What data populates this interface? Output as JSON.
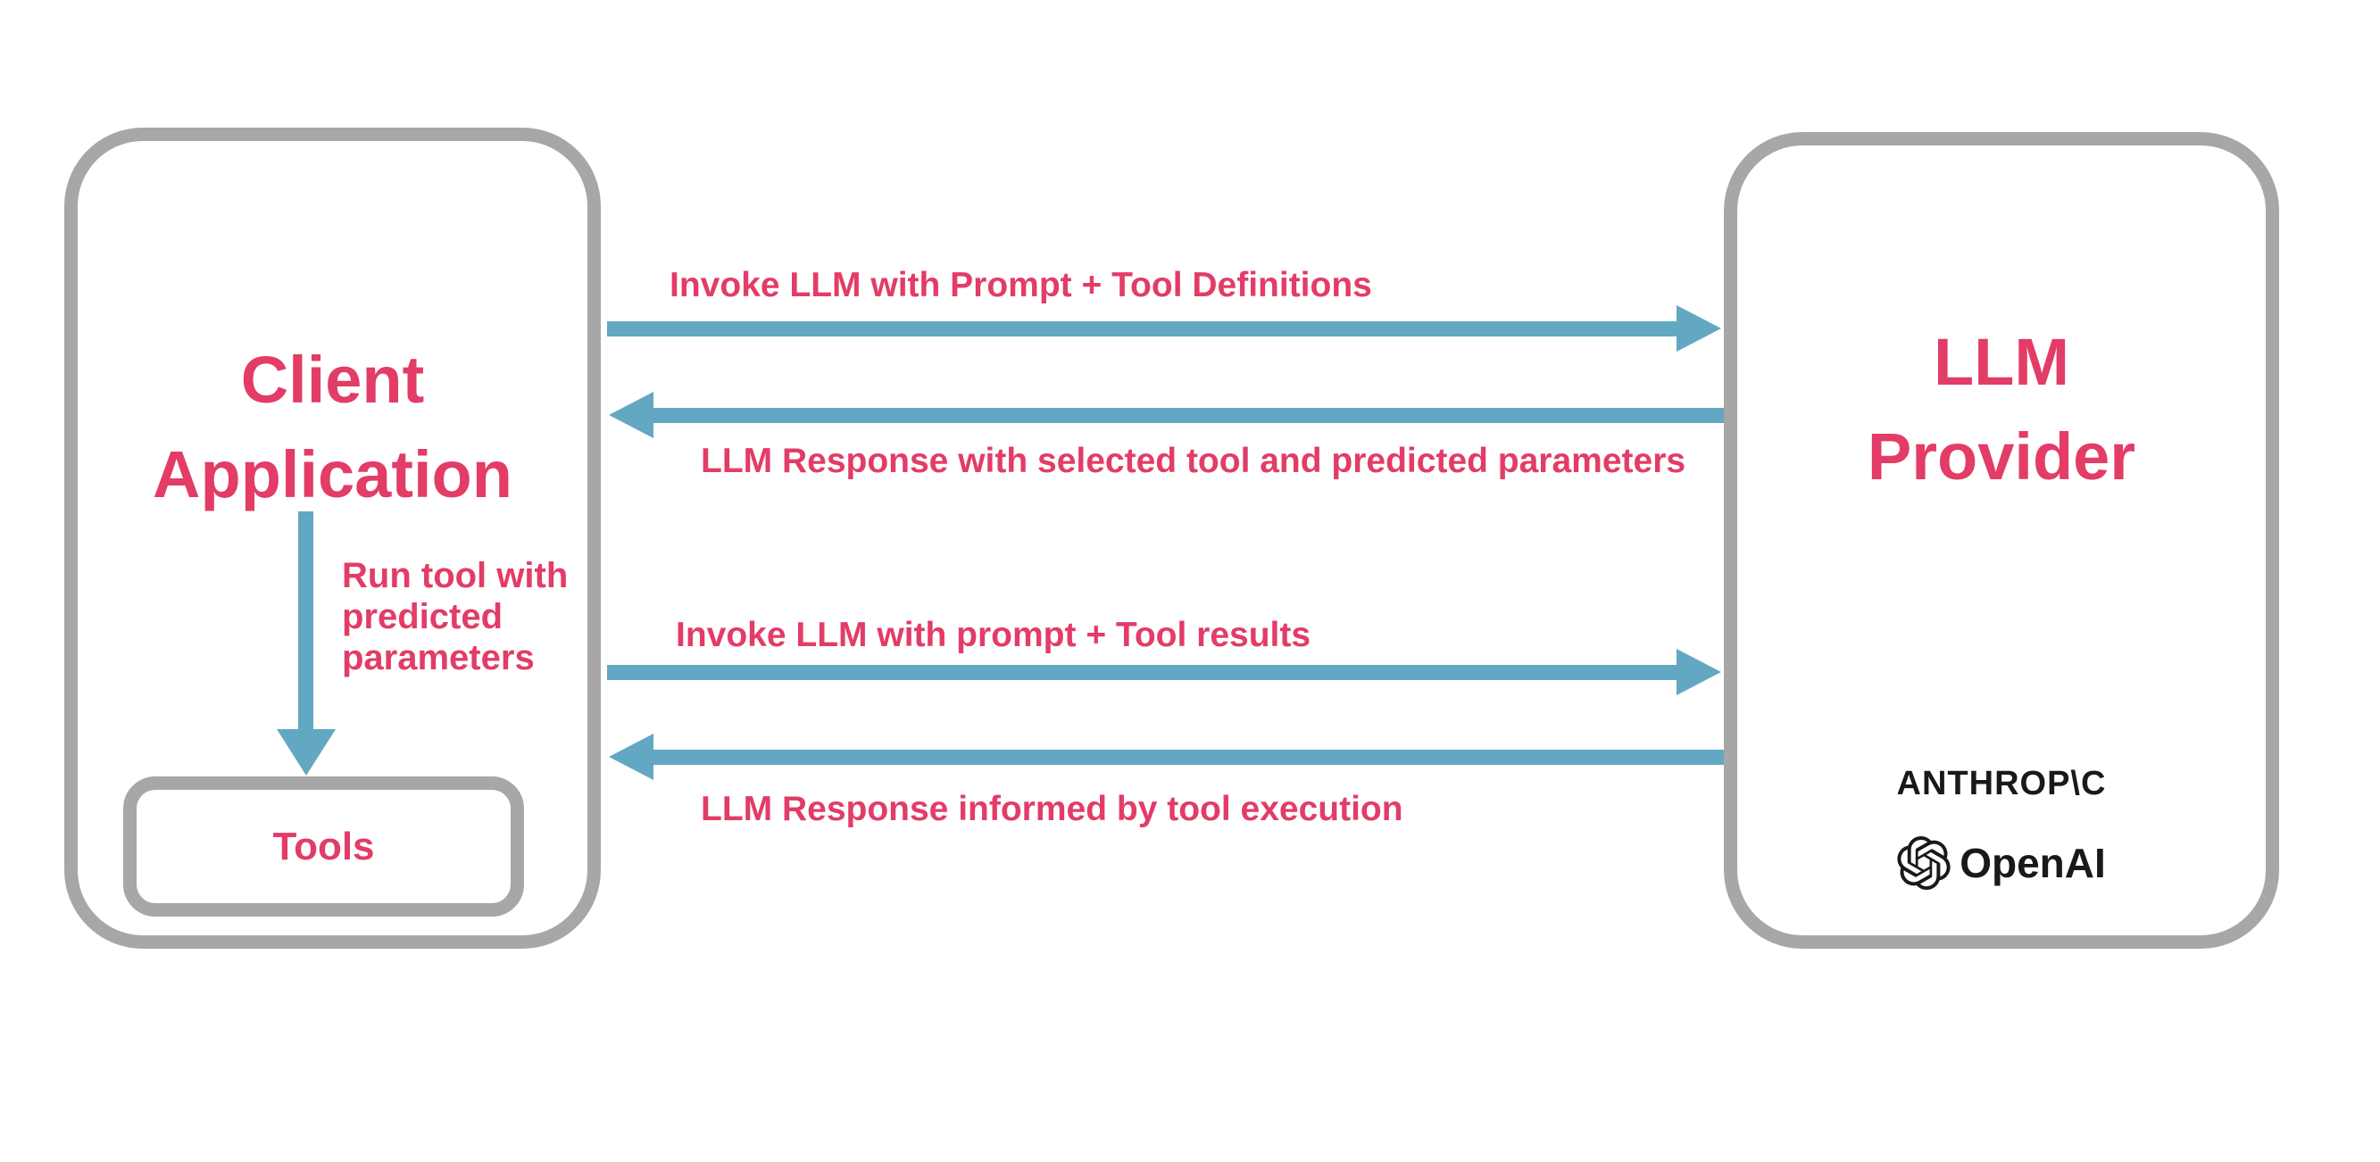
{
  "diagram": {
    "client_box": {
      "title_lines": [
        "Client",
        "Application"
      ],
      "tools_label": "Tools"
    },
    "llm_box": {
      "title_lines": [
        "LLM",
        "Provider"
      ],
      "providers": {
        "anthropic": "ANTHROP\\C",
        "openai": "OpenAI"
      }
    },
    "flows": [
      {
        "label": "Invoke LLM with Prompt + Tool Definitions",
        "direction": "right"
      },
      {
        "label": "LLM Response with selected tool and predicted parameters",
        "direction": "left"
      },
      {
        "label": "Invoke LLM with prompt + Tool results",
        "direction": "right"
      },
      {
        "label": "LLM Response informed by tool execution",
        "direction": "left"
      }
    ],
    "tool_run_label": "Run tool with\npredicted\nparameters",
    "colors": {
      "accent_pink": "#e23c67",
      "arrow_blue": "#63a8c2",
      "border_gray": "#a7a7a7",
      "logo_black": "#191919"
    }
  }
}
